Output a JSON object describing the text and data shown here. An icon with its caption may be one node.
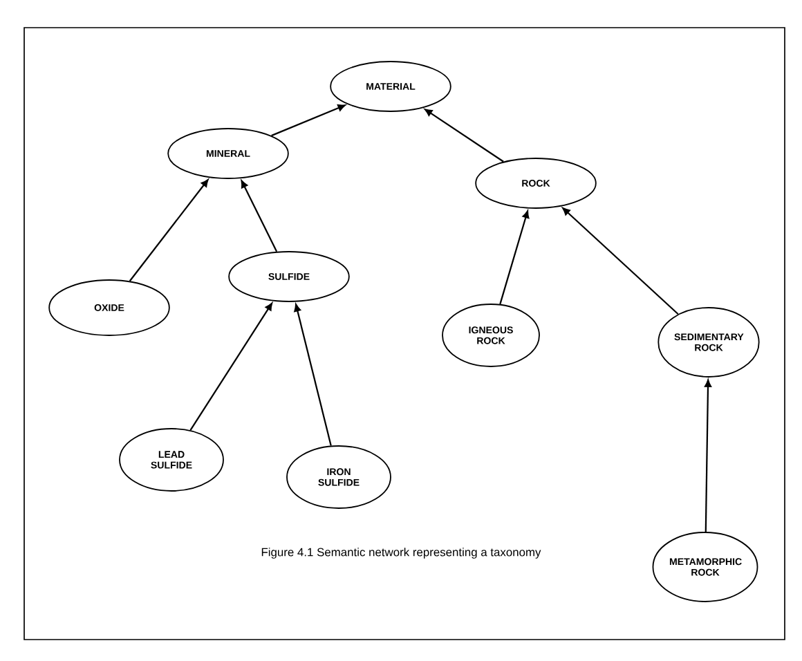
{
  "diagram": {
    "caption": "Figure 4.1 Semantic network representing a taxonomy",
    "nodes": [
      {
        "text": [
          "MATERIAL"
        ]
      },
      {
        "text": [
          "MINERAL"
        ]
      },
      {
        "text": [
          "ROCK"
        ]
      },
      {
        "text": [
          "OXIDE"
        ]
      },
      {
        "text": [
          "SULFIDE"
        ]
      },
      {
        "text": [
          "IGNEOUS ROCK"
        ]
      },
      {
        "text": [
          "SEDIMENTARY ROCK"
        ]
      },
      {
        "text": [
          "LEAD SULFIDE"
        ]
      },
      {
        "text": [
          "IRON SULFIDE"
        ]
      },
      {
        "text": [
          "METAMORPHIC ROCK"
        ]
      }
    ],
    "edges": [
      {
        "from": 1,
        "to": 0,
        "arrow": "to"
      },
      {
        "from": 2,
        "to": 0,
        "arrow": "to"
      },
      {
        "from": 3,
        "to": 1,
        "arrow": "to"
      },
      {
        "from": 4,
        "to": 1,
        "arrow": "to"
      },
      {
        "from": 7,
        "to": 4,
        "arrow": "to"
      },
      {
        "from": 8,
        "to": 4,
        "arrow": "to"
      },
      {
        "from": 5,
        "to": 2,
        "arrow": "to"
      },
      {
        "from": 6,
        "to": 2,
        "arrow": "to"
      },
      {
        "from": 9,
        "to": 6,
        "arrow": "to"
      }
    ]
  }
}
